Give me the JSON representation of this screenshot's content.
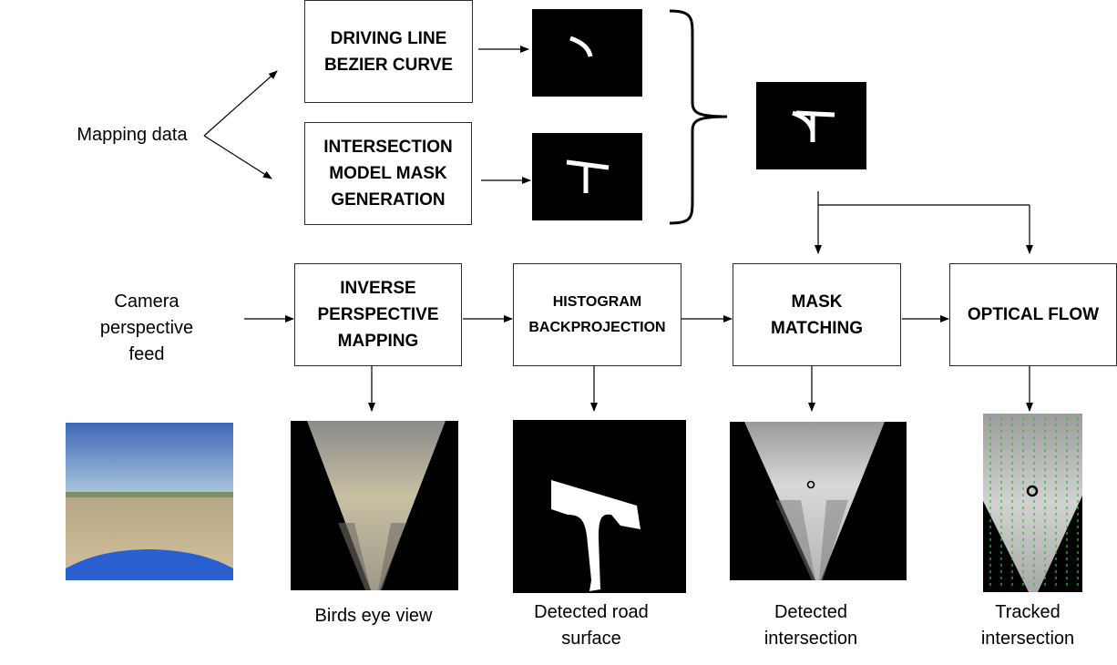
{
  "inputs": {
    "mapping_data": "Mapping data",
    "camera_feed": "Camera\nperspective\nfeed"
  },
  "boxes": {
    "driving_line": "DRIVING LINE\nBEZIER CURVE",
    "intersection_model": "INTERSECTION\nMODEL MASK\nGENERATION",
    "inverse_perspective": "INVERSE\nPERSPECTIVE\nMAPPING",
    "histogram": "HISTOGRAM\nBACKPROJECTION",
    "mask_matching": "MASK\nMATCHING",
    "optical_flow": "OPTICAL FLOW"
  },
  "captions": {
    "birds_eye": "Birds eye view",
    "detected_road": "Detected road\nsurface",
    "detected_intersection": "Detected\nintersection",
    "tracked_intersection": "Tracked\nintersection"
  },
  "colors": {
    "line": "#000000",
    "box_border": "#2b2b2b",
    "mask_background": "#000000",
    "mask_foreground": "#ffffff",
    "sky_top": "#3e68b8",
    "sky_bottom": "#a9c6da",
    "ground": "#c9b691",
    "car_hood": "#2a5fd0",
    "flow_vectors": "#2fbf2f"
  }
}
